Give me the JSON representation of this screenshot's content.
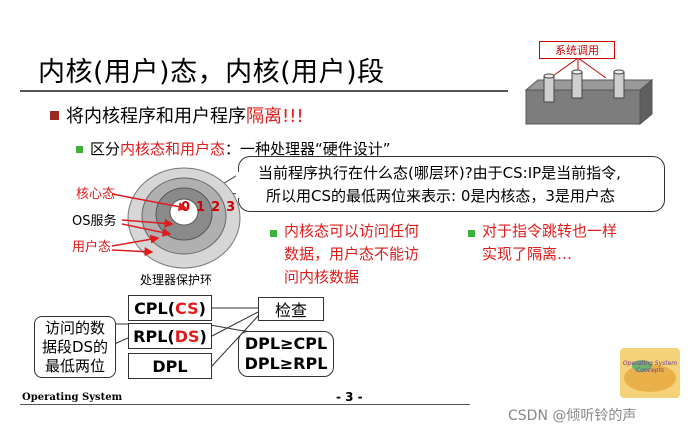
{
  "title": "内核(用户)态，内核(用户)段",
  "bullet1": {
    "prefix": "将内核程序和用户程序",
    "emphasis": "隔离!!!"
  },
  "bullet2": {
    "prefix": "区分",
    "emphasis": "内核态和用户态",
    "suffix": "：一种处理器“硬件设计”"
  },
  "callout": {
    "line1": "当前程序执行在什么态(哪层环)?由于CS:IP是当前指令,",
    "line2": "所以用CS的最低两位来表示: 0是内核态，3是用户态"
  },
  "rings": {
    "kernel_label": "核心态",
    "os_label": "OS服务",
    "user_label": "用户态",
    "caption": "处理器保护环",
    "numbers": [
      "0",
      "1",
      "2",
      "3"
    ]
  },
  "note1": {
    "line1": "内核态可以访问任何",
    "line2": "数据，用户态不能访",
    "line3": "问内核数据"
  },
  "note2": {
    "line1": "对于指令跳转也一样",
    "line2": "实现了隔离…"
  },
  "diagram": {
    "cpl_text": "CPL(",
    "cpl_red": "CS",
    "rpl_text": "RPL(",
    "rpl_red": "DS",
    "close": ")",
    "dpl": "DPL",
    "check": "检查",
    "rule1": "DPL≥CPL",
    "rule2": "DPL≥RPL",
    "left_box": {
      "line1": "访问的数",
      "line2": "据段DS的",
      "line3": "最低两位"
    }
  },
  "sys_call_label": "系统调用",
  "logo_text": "Operating System Concepts",
  "footer": {
    "left": "Operating System",
    "center": "- 3 -"
  },
  "watermark": "CSDN @倾听铃的声",
  "colors": {
    "emphasis": "#e01b1b",
    "bullet_green": "#3bb33b",
    "bullet_brown": "#9b2a1e"
  }
}
